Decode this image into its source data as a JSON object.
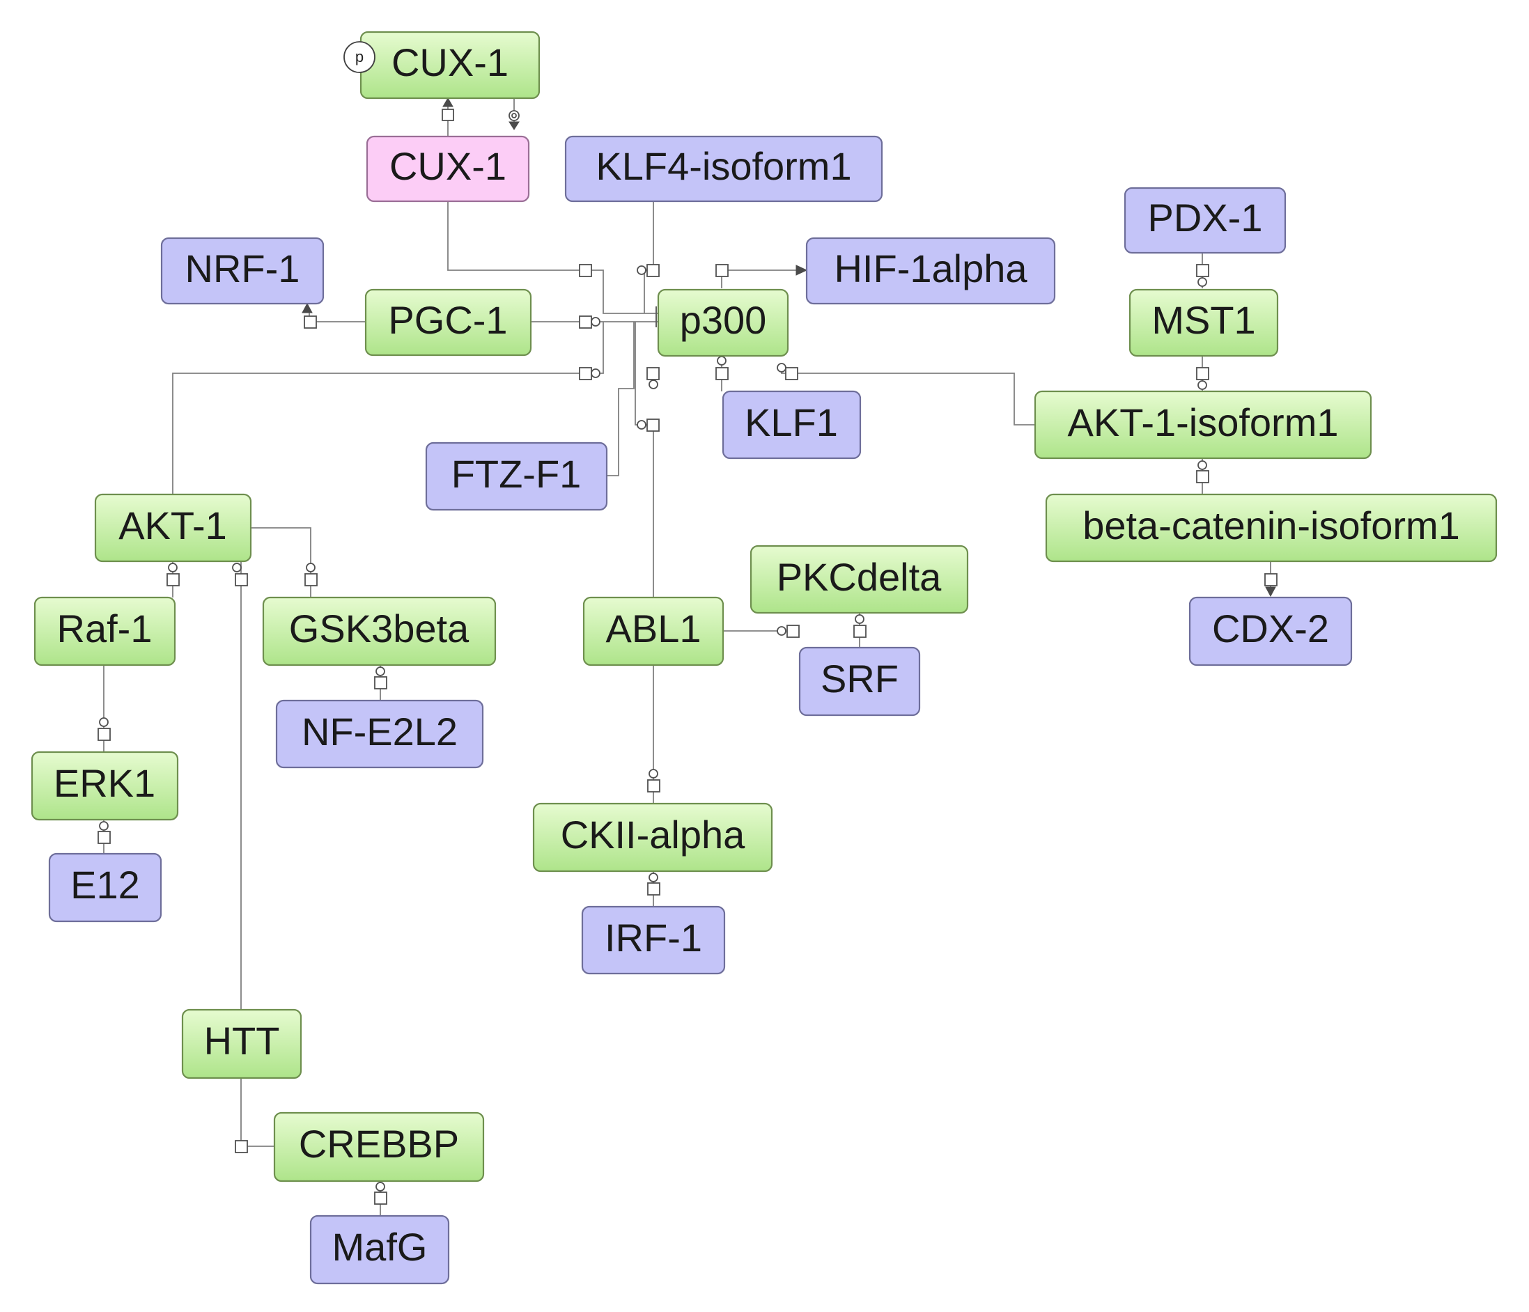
{
  "nodes": {
    "cux1_top": {
      "label": "CUX-1",
      "color": "green"
    },
    "cux1_mid": {
      "label": "CUX-1",
      "color": "pink"
    },
    "klf4": {
      "label": "KLF4-isoform1",
      "color": "blue"
    },
    "pdx1": {
      "label": "PDX-1",
      "color": "blue"
    },
    "nrf1": {
      "label": "NRF-1",
      "color": "blue"
    },
    "hif1": {
      "label": "HIF-1alpha",
      "color": "blue"
    },
    "pgc1": {
      "label": "PGC-1",
      "color": "green"
    },
    "p300": {
      "label": "p300",
      "color": "green"
    },
    "mst1": {
      "label": "MST1",
      "color": "green"
    },
    "klf1": {
      "label": "KLF1",
      "color": "blue"
    },
    "akt1iso": {
      "label": "AKT-1-isoform1",
      "color": "green"
    },
    "ftzf1": {
      "label": "FTZ-F1",
      "color": "blue"
    },
    "akt1": {
      "label": "AKT-1",
      "color": "green"
    },
    "betacat": {
      "label": "beta-catenin-isoform1",
      "color": "green"
    },
    "raf1": {
      "label": "Raf-1",
      "color": "green"
    },
    "gsk3b": {
      "label": "GSK3beta",
      "color": "green"
    },
    "abl1": {
      "label": "ABL1",
      "color": "green"
    },
    "pkcd": {
      "label": "PKCdelta",
      "color": "green"
    },
    "cdx2": {
      "label": "CDX-2",
      "color": "blue"
    },
    "srf": {
      "label": "SRF",
      "color": "blue"
    },
    "nfe2l2": {
      "label": "NF-E2L2",
      "color": "blue"
    },
    "erk1": {
      "label": "ERK1",
      "color": "green"
    },
    "ckii": {
      "label": "CKII-alpha",
      "color": "green"
    },
    "e12": {
      "label": "E12",
      "color": "blue"
    },
    "irf1": {
      "label": "IRF-1",
      "color": "blue"
    },
    "htt": {
      "label": "HTT",
      "color": "green"
    },
    "crebbp": {
      "label": "CREBBP",
      "color": "green"
    },
    "mafg": {
      "label": "MafG",
      "color": "blue"
    }
  },
  "state_variable": {
    "label": "p",
    "node": "cux1_top"
  },
  "colors": {
    "green_top": "#e6fbd0",
    "green_bottom": "#aee48a",
    "blue": "#c4c4f8",
    "pink": "#fccdf6",
    "edge": "#808080"
  }
}
